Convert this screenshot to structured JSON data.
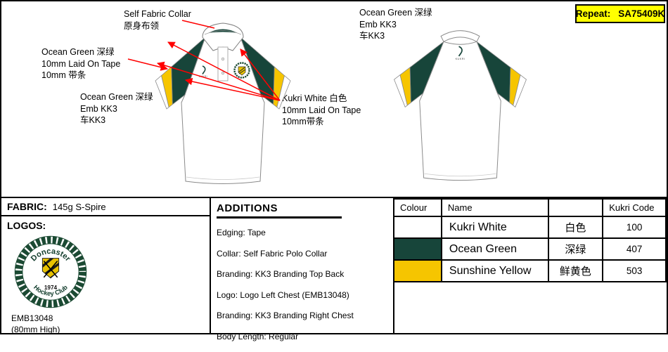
{
  "repeat_box": {
    "label": "Repeat:",
    "value": "SA75409K"
  },
  "annotations": {
    "collar": {
      "l1": "Self Fabric Collar",
      "l2": "原身布领"
    },
    "tape_green": {
      "l1": "Ocean Green  深绿",
      "l2": "10mm Laid On Tape",
      "l3": "10mm 带条"
    },
    "emb_front": {
      "l1": "Ocean Green  深绿",
      "l2": "Emb KK3",
      "l3": "车KK3"
    },
    "tape_white": {
      "l1": "Kukri White  白色",
      "l2": "10mm Laid On Tape",
      "l3": "10mm带条"
    },
    "emb_back": {
      "l1": "Ocean Green  深绿",
      "l2": "Emb KK3",
      "l3": "车KK3"
    }
  },
  "branding": {
    "kukri_back": "KUKRI",
    "kukri_chest": "KUKRI"
  },
  "fabric": {
    "label": "FABRIC:",
    "value": "145g S-Spire"
  },
  "logos": {
    "label": "LOGOS:",
    "emb_code": "EMB13048",
    "emb_size": "(80mm High)"
  },
  "badge": {
    "top": "Doncaster",
    "year": "1974",
    "bottom": "Hockey Club"
  },
  "additions": {
    "title": "ADDITIONS",
    "items": [
      "Edging: Tape",
      "Collar: Self Fabric Polo Collar",
      "Branding: KK3 Branding Top Back",
      "Logo: Logo Left Chest (EMB13048)",
      "Branding: KK3 Branding Right Chest",
      "Body Length: Regular"
    ]
  },
  "color_table": {
    "headers": {
      "colour": "Colour",
      "name": "Name",
      "cn": "",
      "code": "Kukri Code"
    },
    "rows": [
      {
        "swatch": "#ffffff",
        "name": "Kukri White",
        "cn": "白色",
        "code": "100"
      },
      {
        "swatch": "#17453a",
        "name": "Ocean Green",
        "cn": "深绿",
        "code": "407"
      },
      {
        "swatch": "#f6c500",
        "name": "Sunshine Yellow",
        "cn": "鲜黄色",
        "code": "503"
      }
    ]
  },
  "colors": {
    "ocean_green": "#17453a",
    "sunshine_yellow": "#f6c500",
    "kukri_white": "#ffffff",
    "annotation_red": "#ff0000",
    "repeat_bg": "#ffff00",
    "badge_green": "#1b4a33",
    "shield_yellow": "#e8c200"
  }
}
